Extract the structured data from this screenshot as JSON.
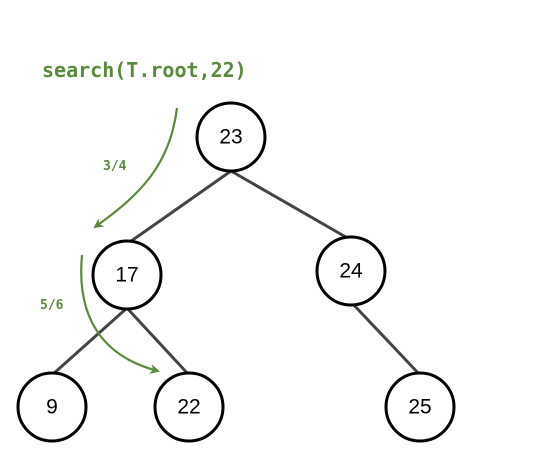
{
  "call": "search(T.root,22)",
  "steps": [
    "3/4",
    "5/6"
  ],
  "colors": {
    "annotation": "#5a8a3c",
    "edge": "#444444",
    "node_stroke": "#000000"
  },
  "tree": {
    "root": {
      "value": "23",
      "left": {
        "value": "17",
        "left": {
          "value": "9"
        },
        "right": {
          "value": "22"
        }
      },
      "right": {
        "value": "24",
        "right": {
          "value": "25"
        }
      }
    }
  },
  "search_path": [
    "23",
    "17",
    "22"
  ]
}
